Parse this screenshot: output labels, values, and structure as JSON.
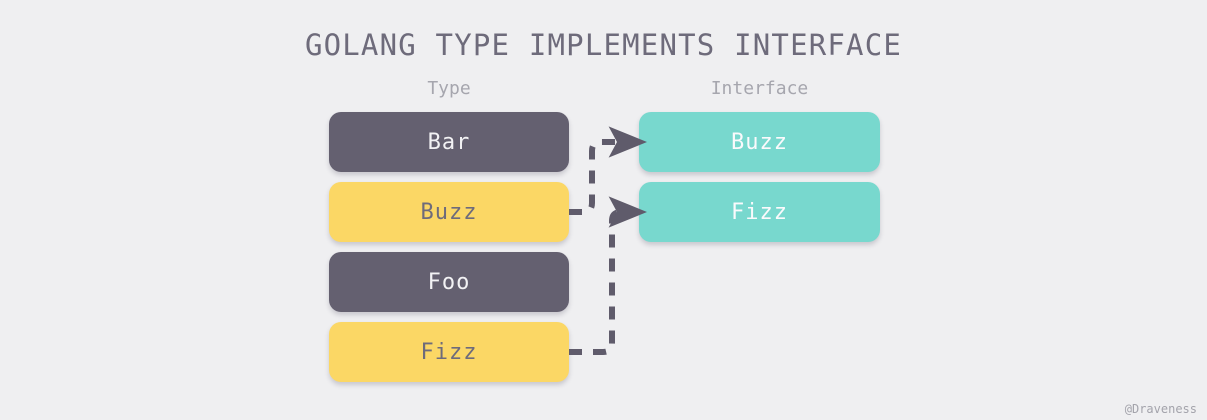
{
  "background_color": "#EFEFF1",
  "title": "GOLANG TYPE IMPLEMENTS INTERFACE",
  "columns": {
    "type_label": "Type",
    "interface_label": "Interface",
    "label_color": "#A6A6AE"
  },
  "palette": {
    "gray": "#646070",
    "yellow": "#FBD765",
    "teal": "#78D8CE",
    "arrow": "#5F5B6B",
    "title_text": "#6E6B7B",
    "light_text": "#F7F7F9",
    "dark_text": "#6E6B7B"
  },
  "type_nodes": [
    {
      "label": "Bar",
      "color": "gray",
      "text_color": "#F2F2F4"
    },
    {
      "label": "Buzz",
      "color": "yellow",
      "text_color": "#6E6B7B"
    },
    {
      "label": "Foo",
      "color": "gray",
      "text_color": "#F2F2F4"
    },
    {
      "label": "Fizz",
      "color": "yellow",
      "text_color": "#6E6B7B"
    }
  ],
  "interface_nodes": [
    {
      "label": "Buzz",
      "color": "teal",
      "text_color": "#FAFAFC"
    },
    {
      "label": "Fizz",
      "color": "teal",
      "text_color": "#FAFAFC"
    }
  ],
  "edges": [
    {
      "from": "Buzz",
      "to": "Buzz",
      "style": "dashed",
      "arrowhead": "triangle"
    },
    {
      "from": "Fizz",
      "to": "Fizz",
      "style": "dashed",
      "arrowhead": "triangle"
    }
  ],
  "watermark": "@Draveness"
}
